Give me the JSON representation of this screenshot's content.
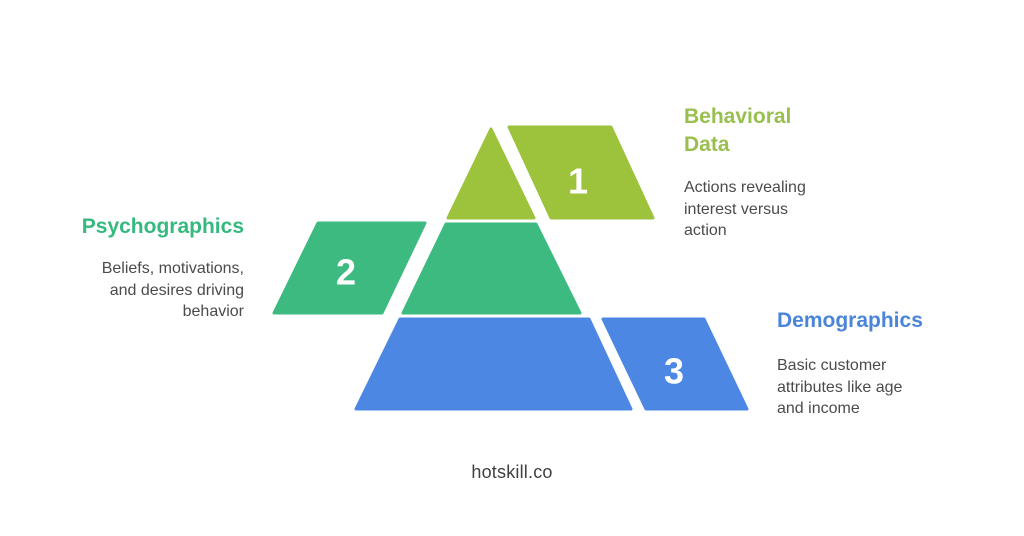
{
  "watermark": {
    "text": "hotskill.co",
    "color": "#3f3f3f"
  },
  "pyramid": {
    "number_color": "#ffffff",
    "description_color": "#4b4b4b",
    "levels": [
      {
        "number": "1",
        "title": "Behavioral Data",
        "description": "Actions revealing interest versus action",
        "shape_color": "#9dc23c",
        "title_color": "#99bf4f",
        "label_side": "right"
      },
      {
        "number": "2",
        "title": "Psychographics",
        "description": "Beliefs, motivations, and desires driving behavior",
        "shape_color": "#3cba7f",
        "title_color": "#36b97e",
        "label_side": "left"
      },
      {
        "number": "3",
        "title": "Demographics",
        "description": "Basic customer attributes like age and income",
        "shape_color": "#4c87e3",
        "title_color": "#4a85da",
        "label_side": "right"
      }
    ]
  }
}
